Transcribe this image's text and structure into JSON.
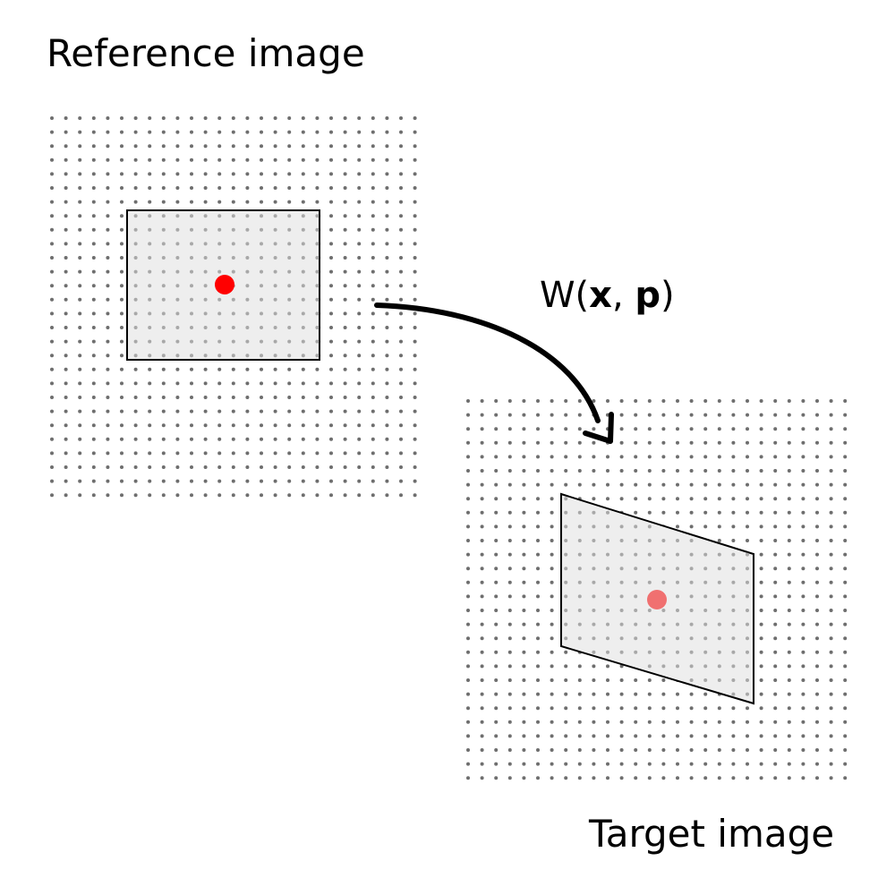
{
  "reference_label": "Reference image",
  "target_label": "Target image",
  "warp": {
    "func": "W(",
    "x": "x",
    "sep": ", ",
    "p": "p",
    "close": ")"
  },
  "colors": {
    "grid_dot": "#6e6e6e",
    "grid_dot_inside": "#a8a8a8",
    "patch_fill": "#eeeeee",
    "patch_stroke": "#000000",
    "reference_point": "#ff0000",
    "target_point": "#f07070",
    "arrow": "#000000"
  }
}
